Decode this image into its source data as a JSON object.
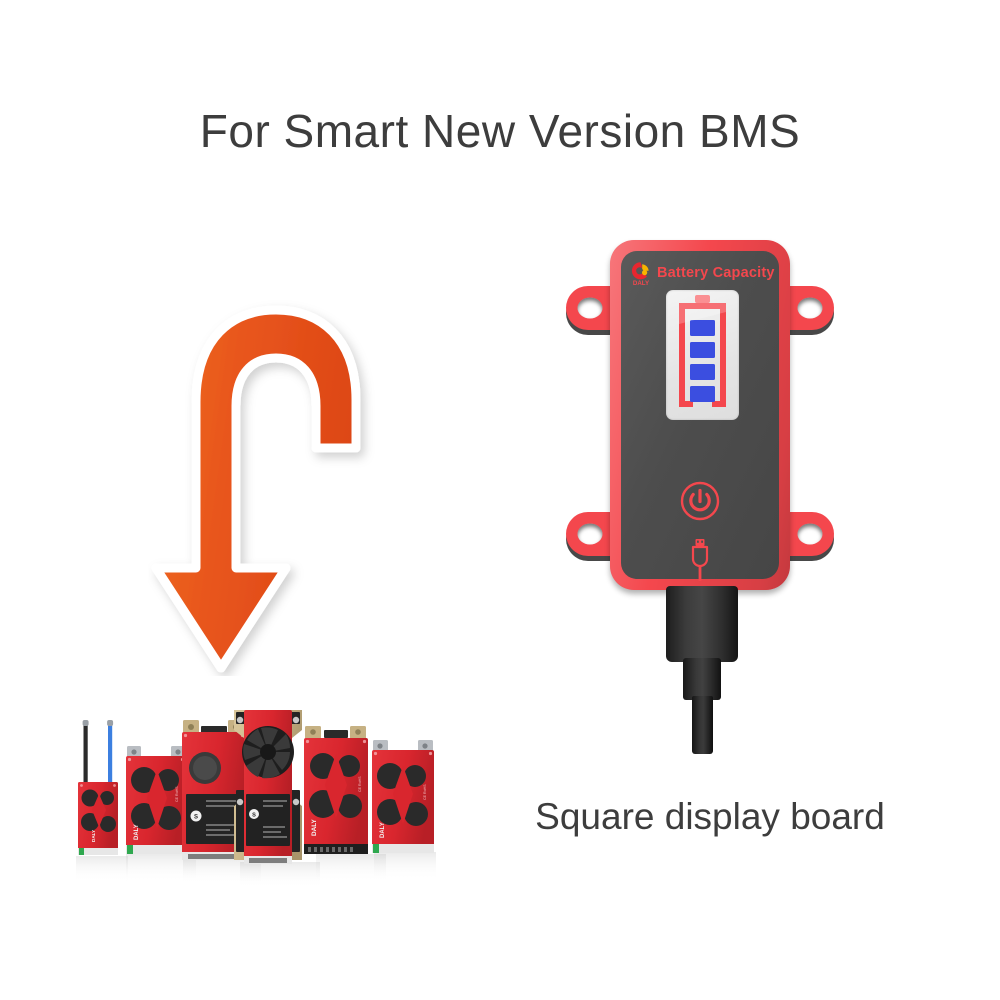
{
  "page": {
    "background_color": "#ffffff",
    "title": "For Smart New Version BMS",
    "title_color": "#3d3d3d"
  },
  "device": {
    "brand": "DALY",
    "label": "Battery Capacity",
    "label_color": "#f4474d",
    "shell_color": "#f4474d",
    "face_color": "#4e4e4e",
    "logo_colors": {
      "red": "#e8262f",
      "yellow": "#f7b500"
    },
    "battery_indicator": {
      "outline_color": "#f4474d",
      "bar_color": "#3b4ee0",
      "total_bars": 4,
      "filled_bars": 4,
      "panel_color": "#e9e9e9"
    },
    "power_button": {
      "icon": "power-icon",
      "color": "#f4474d"
    },
    "usb_port": {
      "icon": "usb-icon",
      "color": "#f4474d"
    },
    "mounting_ears": 4,
    "cable_color": "#2b2b2b"
  },
  "arrow": {
    "direction": "down",
    "shape": "curved-hook-down-arrow",
    "fill_color": "#e8551d",
    "outline_color": "#ffffff"
  },
  "bms_cluster": {
    "brand": "DALY",
    "board_color": "#d9262e",
    "heatsink_color": "#2a2a2a",
    "bracket_color": "#c6b183",
    "antenna_colors": [
      "#2b2b2b",
      "#3c7fe0"
    ],
    "board_count": 6,
    "has_cooling_fan": true
  },
  "caption": {
    "text": "Square display board",
    "color": "#3d3d3d"
  }
}
